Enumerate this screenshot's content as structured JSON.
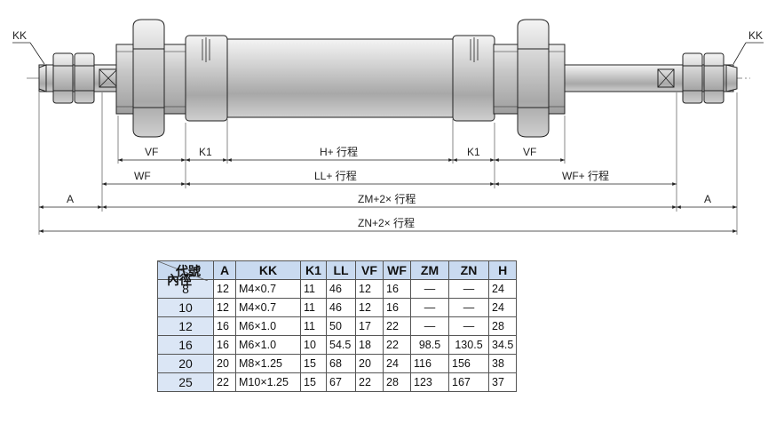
{
  "drawing": {
    "labels": {
      "kk_left": "KK",
      "kk_right": "KK",
      "vf_left": "VF",
      "k1_left": "K1",
      "h_stroke": "H+ 行程",
      "k1_right": "K1",
      "vf_right": "VF",
      "wf": "WF",
      "ll_stroke": "LL+ 行程",
      "wf_stroke": "WF+ 行程",
      "a_left": "A",
      "zm_stroke": "ZM+2× 行程",
      "a_right": "A",
      "zn_stroke": "ZN+2× 行程"
    }
  },
  "table": {
    "header_diag_top": "代號",
    "header_diag_bottom": "內徑",
    "columns": [
      "A",
      "KK",
      "K1",
      "LL",
      "VF",
      "WF",
      "ZM",
      "ZN",
      "H"
    ],
    "rows": [
      {
        "bore": "8",
        "cells": [
          "12",
          "M4×0.7",
          "11",
          "46",
          "12",
          "16",
          "—",
          "—",
          "24"
        ]
      },
      {
        "bore": "10",
        "cells": [
          "12",
          "M4×0.7",
          "11",
          "46",
          "12",
          "16",
          "—",
          "—",
          "24"
        ]
      },
      {
        "bore": "12",
        "cells": [
          "16",
          "M6×1.0",
          "11",
          "50",
          "17",
          "22",
          "—",
          "—",
          "28"
        ]
      },
      {
        "bore": "16",
        "cells": [
          "16",
          "M6×1.0",
          "10",
          "54.5",
          "18",
          "22",
          "98.5",
          "130.5",
          "34.5"
        ]
      },
      {
        "bore": "20",
        "cells": [
          "20",
          "M8×1.25",
          "15",
          "68",
          "20",
          "24",
          "116",
          "156",
          "38"
        ]
      },
      {
        "bore": "25",
        "cells": [
          "22",
          "M10×1.25",
          "15",
          "67",
          "22",
          "28",
          "123",
          "167",
          "37"
        ]
      }
    ]
  }
}
